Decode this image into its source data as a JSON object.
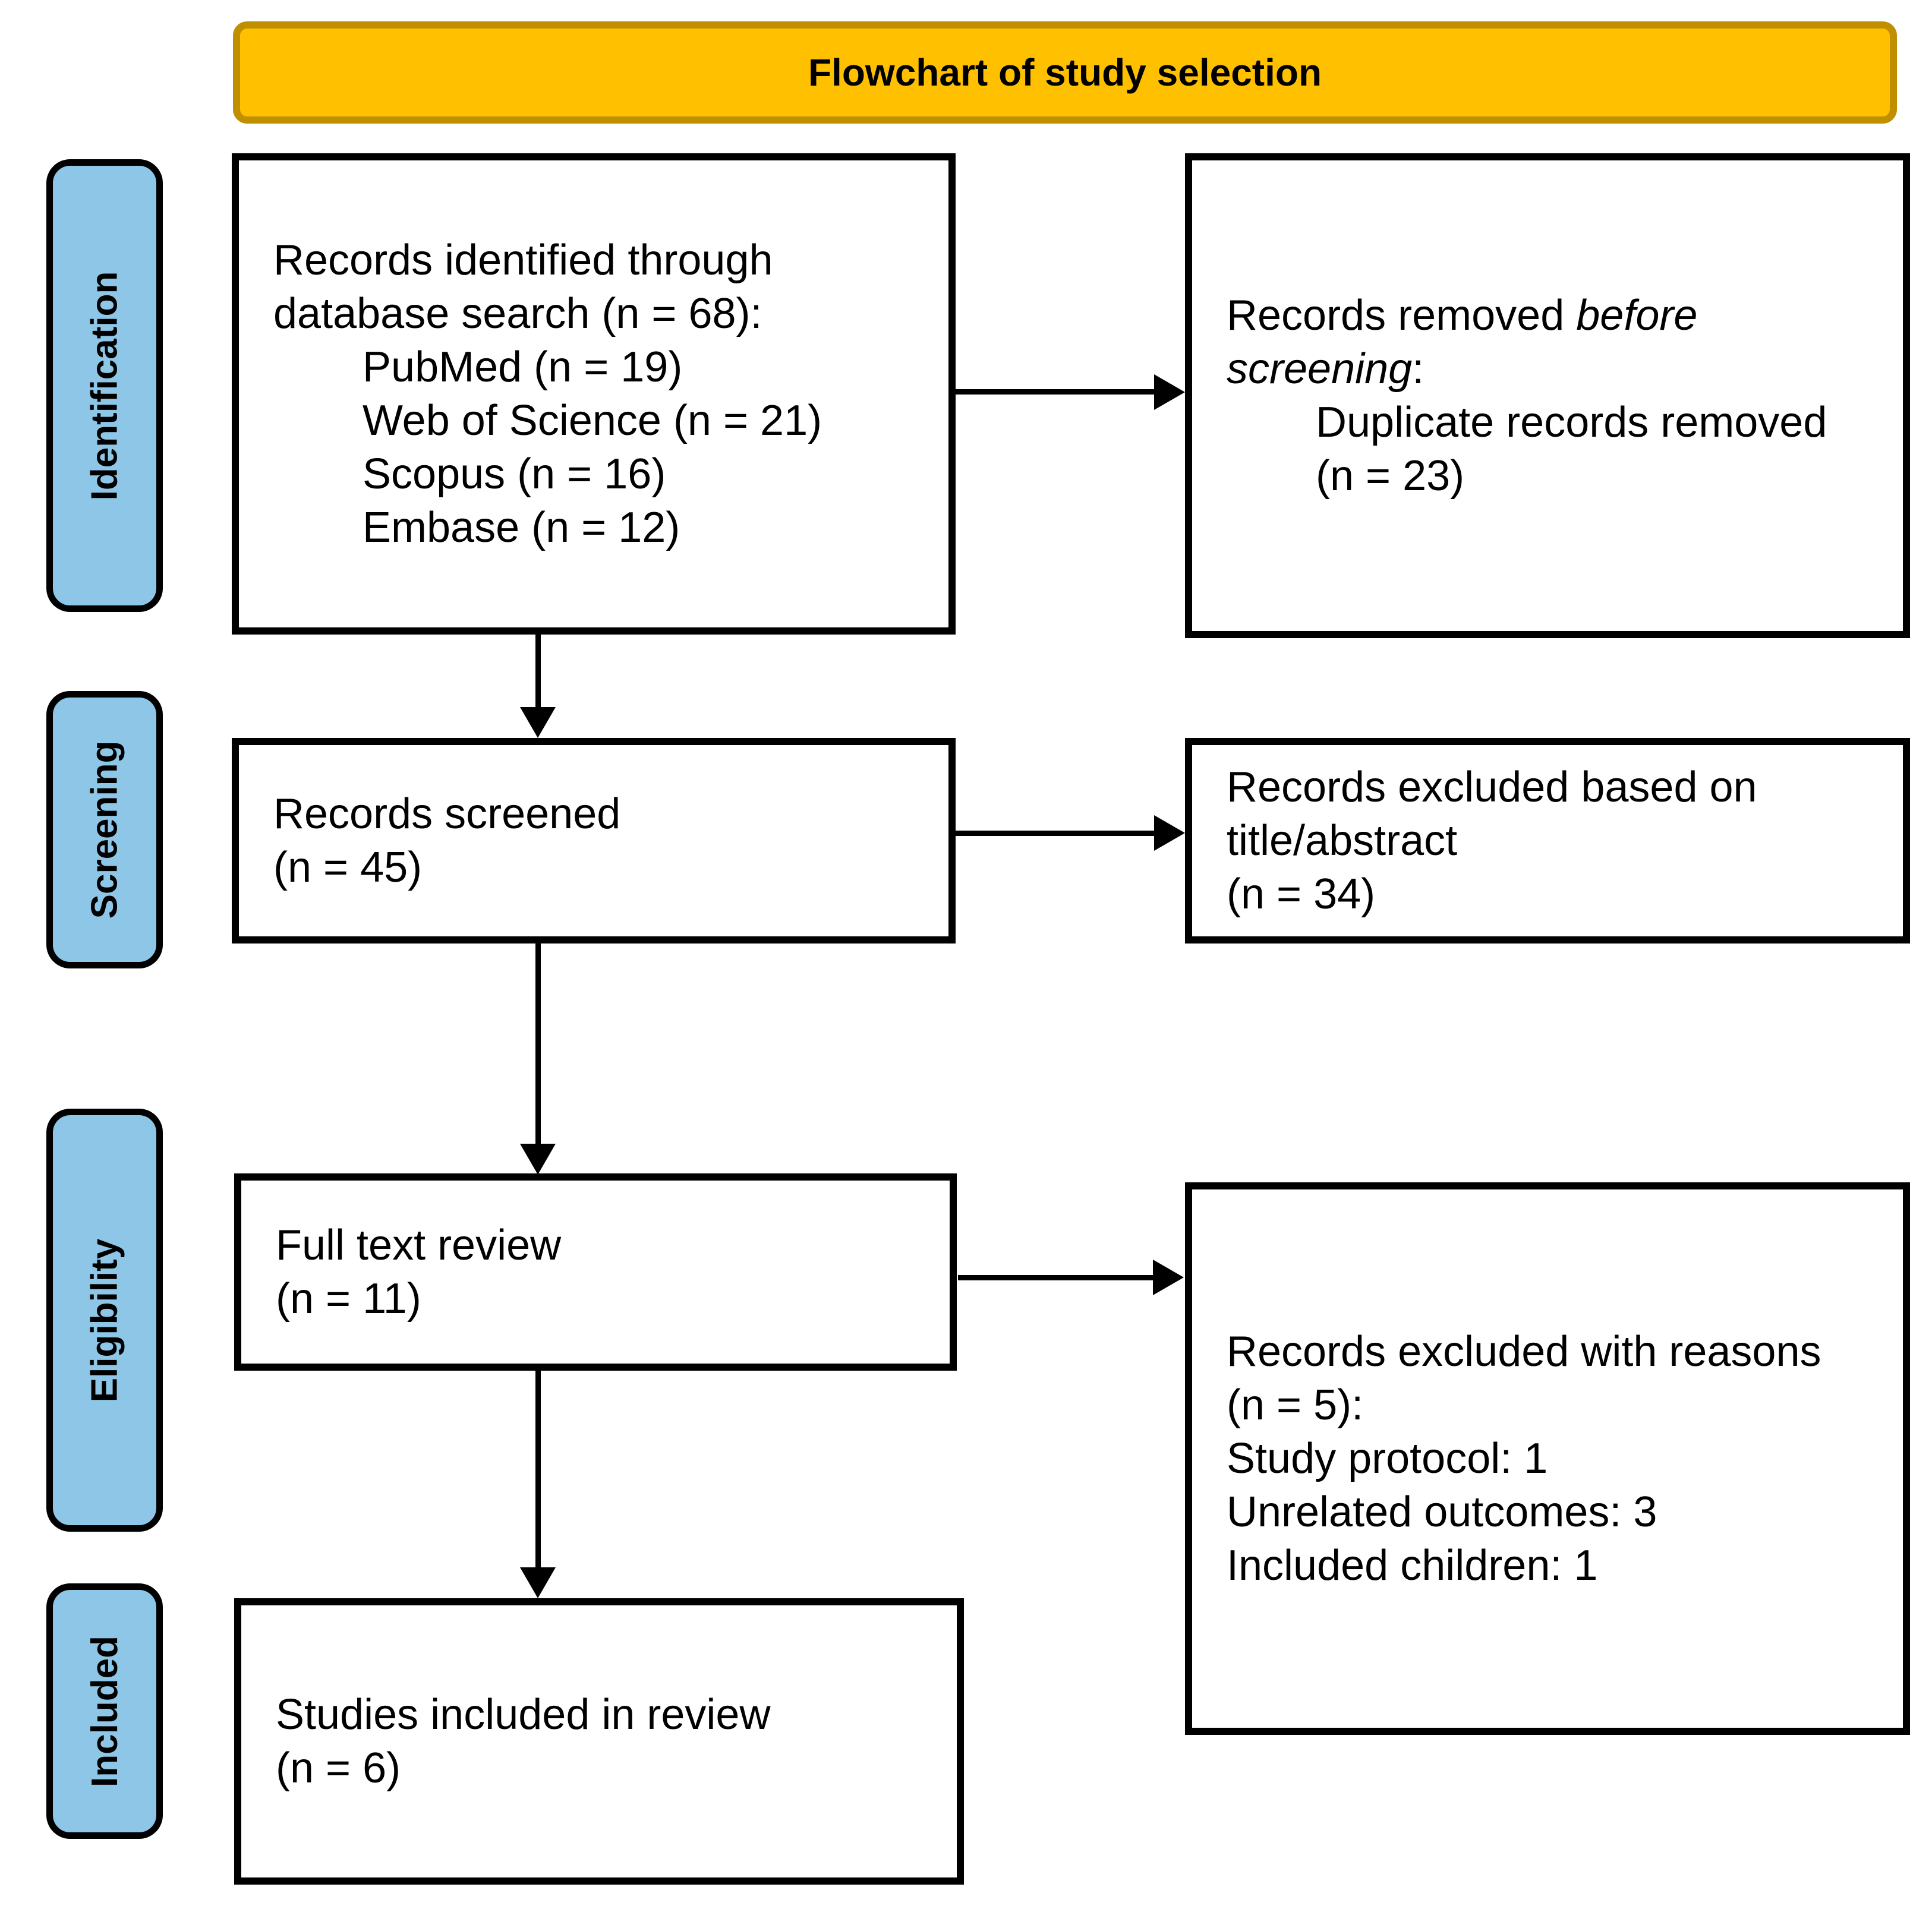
{
  "title": "Flowchart of study selection",
  "colors": {
    "banner_fill": "#FFC000",
    "banner_border": "#BF8F00",
    "stage_fill": "#8DC6E6",
    "box_border": "#000000",
    "box_fill": "#FFFFFF",
    "text": "#000000"
  },
  "stages": {
    "identification": "Identification",
    "screening": "Screening",
    "eligibility": "Eligibility",
    "included": "Included"
  },
  "boxes": {
    "identified": {
      "lines": [
        "Records identified through",
        "database search (n = 68):"
      ],
      "sub_lines": [
        "PubMed (n = 19)",
        "Web of Science (n = 21)",
        "Scopus (n = 16)",
        "Embase (n = 12)"
      ]
    },
    "removed_before_screening": {
      "line1_normal": "Records removed ",
      "line1_italic": "before",
      "line2_italic": "screening",
      "line2_normal": ":",
      "sub_lines": [
        "Duplicate records removed",
        "(n = 23)"
      ]
    },
    "screened": {
      "lines": [
        "Records screened",
        "(n = 45)"
      ]
    },
    "excluded_title_abstract": {
      "lines": [
        "Records excluded based on",
        "title/abstract",
        "(n = 34)"
      ]
    },
    "full_text_review": {
      "lines": [
        "Full text review",
        "(n = 11)"
      ]
    },
    "excluded_with_reasons": {
      "lines": [
        "Records excluded with reasons",
        "(n = 5):",
        "Study protocol: 1",
        "Unrelated outcomes: 3",
        "Included children: 1"
      ]
    },
    "included_in_review": {
      "lines": [
        "Studies included in review",
        "(n = 6)"
      ]
    }
  }
}
